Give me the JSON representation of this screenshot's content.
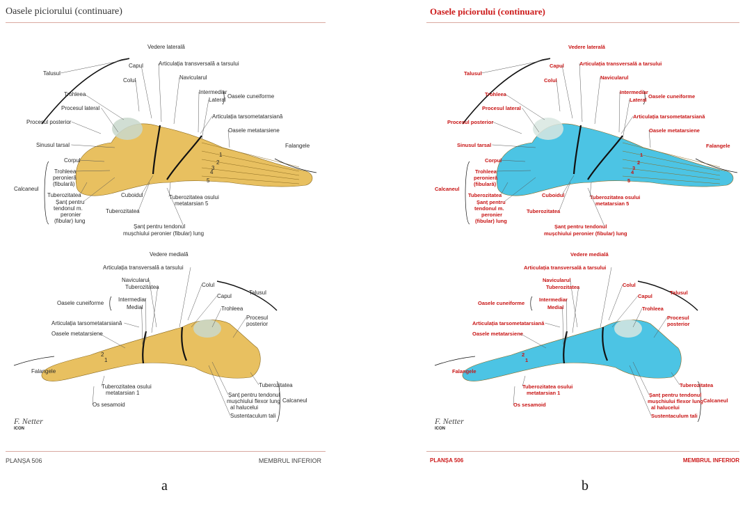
{
  "panel_a": {
    "title": "Oasele piciorului (continuare)",
    "footer_left": "PLANȘA 506",
    "footer_right": "MEMBRUL INFERIOR",
    "panel_label": "a"
  },
  "panel_b": {
    "title": "Oasele piciorului (continuare)",
    "footer_left": "PLANȘA 506",
    "footer_right": "MEMBRUL INFERIOR",
    "panel_label": "b"
  },
  "signature": "F. Netter",
  "signature_mark": "ICON",
  "colors": {
    "bone_panel_a": "#e8c060",
    "bone_panel_b": "#4cc4e4",
    "labels_panel_b": "#c81414",
    "title_panel_b": "#cc1a1a"
  },
  "diagram": {
    "lateral_view": {
      "heading": "Vedere laterală",
      "labels": [
        {
          "id": "talus",
          "text": "Talusul"
        },
        {
          "id": "neck",
          "text": "Colul"
        },
        {
          "id": "head",
          "text": "Capul"
        },
        {
          "id": "transverse-joint",
          "text": "Articulația transversală a tarsului"
        },
        {
          "id": "trochlea",
          "text": "Trohleea"
        },
        {
          "id": "navicular",
          "text": "Navicularul"
        },
        {
          "id": "lateral-process",
          "text": "Procesul lateral"
        },
        {
          "id": "intermediate",
          "text": "Intermediar"
        },
        {
          "id": "lateral",
          "text": "Lateral"
        },
        {
          "id": "cuneiform",
          "text": "Oasele cuneiforme"
        },
        {
          "id": "posterior-process",
          "text": "Procesul posterior"
        },
        {
          "id": "tmt-joint",
          "text": "Articulația tarsometatarsiană"
        },
        {
          "id": "metatarsals",
          "text": "Oasele metatarsiene"
        },
        {
          "id": "tarsal-sinus",
          "text": "Sinusul tarsal"
        },
        {
          "id": "phalanges",
          "text": "Falangele"
        },
        {
          "id": "body",
          "text": "Corpul"
        },
        {
          "id": "peroneal-trochlea-1",
          "text": "Trohleea"
        },
        {
          "id": "peroneal-trochlea-2",
          "text": "peronieră"
        },
        {
          "id": "peroneal-trochlea-3",
          "text": "(fibulară)"
        },
        {
          "id": "calcaneus",
          "text": "Calcaneul"
        },
        {
          "id": "tuberosity",
          "text": "Tuberozitatea"
        },
        {
          "id": "groove-1",
          "text": "Șanț pentru"
        },
        {
          "id": "groove-2",
          "text": "tendonul m."
        },
        {
          "id": "groove-3",
          "text": "peronier"
        },
        {
          "id": "groove-4",
          "text": "(fibular) lung"
        },
        {
          "id": "cuboid",
          "text": "Cuboidul"
        },
        {
          "id": "cuboid-tuberosity",
          "text": "Tuberozitatea"
        },
        {
          "id": "mt5-tuberosity-1",
          "text": "Tuberozitatea osului"
        },
        {
          "id": "mt5-tuberosity-2",
          "text": "metatarsian 5"
        },
        {
          "id": "peroneus-groove-1",
          "text": "Șanț pentru tendonul"
        },
        {
          "id": "peroneus-groove-2",
          "text": "mușchiului peronier (fibular) lung"
        },
        {
          "id": "n1",
          "text": "1"
        },
        {
          "id": "n2",
          "text": "2"
        },
        {
          "id": "n3",
          "text": "3"
        },
        {
          "id": "n4",
          "text": "4"
        },
        {
          "id": "n5",
          "text": "5"
        }
      ]
    },
    "medial_view": {
      "heading": "Vedere medială",
      "labels": [
        {
          "id": "transverse-joint",
          "text": "Articulația transversală a tarsului"
        },
        {
          "id": "navicular",
          "text": "Navicularul"
        },
        {
          "id": "nav-tuberosity",
          "text": "Tuberozitatea"
        },
        {
          "id": "neck",
          "text": "Colul"
        },
        {
          "id": "talus",
          "text": "Talusul"
        },
        {
          "id": "head",
          "text": "Capul"
        },
        {
          "id": "cuneiform",
          "text": "Oasele cuneiforme"
        },
        {
          "id": "intermediate",
          "text": "Intermediar"
        },
        {
          "id": "medial",
          "text": "Medial"
        },
        {
          "id": "trochlea",
          "text": "Trohleea"
        },
        {
          "id": "posterior-process-1",
          "text": "Procesul"
        },
        {
          "id": "posterior-process-2",
          "text": "posterior"
        },
        {
          "id": "tmt-joint",
          "text": "Articulația tarsometatarsiană"
        },
        {
          "id": "metatarsals",
          "text": "Oasele metatarsiene"
        },
        {
          "id": "phalanges",
          "text": "Falangele"
        },
        {
          "id": "calc-tuberosity",
          "text": "Tuberozitatea"
        },
        {
          "id": "mt1-tuberosity-1",
          "text": "Tuberozitatea osului"
        },
        {
          "id": "mt1-tuberosity-2",
          "text": "metatarsian 1"
        },
        {
          "id": "fhl-groove-1",
          "text": "Șanț pentru tendonul"
        },
        {
          "id": "fhl-groove-2",
          "text": "mușchiului flexor lung"
        },
        {
          "id": "fhl-groove-3",
          "text": "al halucelui"
        },
        {
          "id": "calcaneus",
          "text": "Calcaneul"
        },
        {
          "id": "sesamoid",
          "text": "Os sesamoid"
        },
        {
          "id": "sustentaculum",
          "text": "Sustentaculum tali"
        },
        {
          "id": "n1",
          "text": "1"
        },
        {
          "id": "n2",
          "text": "2"
        }
      ]
    }
  }
}
